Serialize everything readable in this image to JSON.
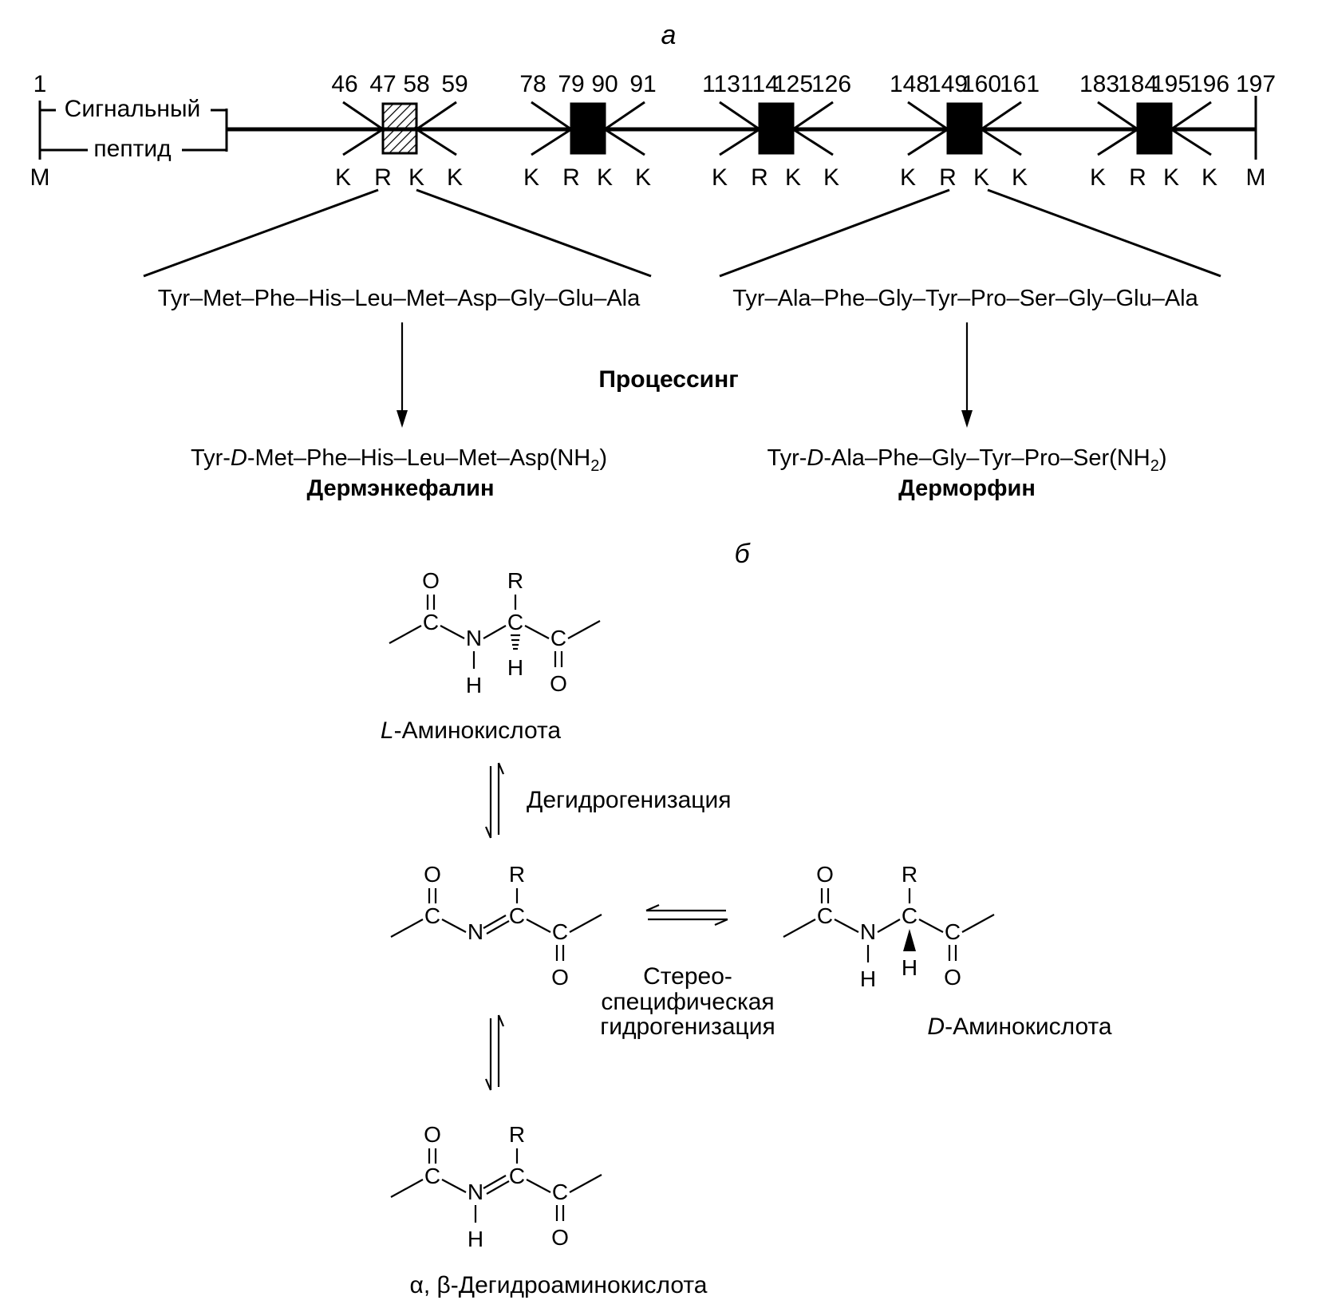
{
  "panel_a": {
    "letter": "а",
    "start_number": "1",
    "start_residue": "M",
    "end_residue": "M",
    "signal_label_line1": "Сигнальный",
    "signal_label_line2": "пептид",
    "positions": [
      "46",
      "47",
      "58",
      "59",
      "78",
      "79",
      "90",
      "91",
      "113",
      "114",
      "125",
      "126",
      "148",
      "149",
      "160",
      "161",
      "183",
      "184",
      "195",
      "196",
      "197"
    ],
    "sites": [
      {
        "left": [
          "K",
          "R"
        ],
        "right": [
          "K",
          "K"
        ],
        "block": "hatched"
      },
      {
        "left": [
          "K",
          "R"
        ],
        "right": [
          "K",
          "K"
        ],
        "block": "solid"
      },
      {
        "left": [
          "K",
          "R"
        ],
        "right": [
          "K",
          "K"
        ],
        "block": "solid"
      },
      {
        "left": [
          "K",
          "R"
        ],
        "right": [
          "K",
          "K"
        ],
        "block": "solid"
      },
      {
        "left": [
          "K",
          "R"
        ],
        "right": [
          "K",
          "K"
        ],
        "block": "solid"
      }
    ],
    "precursor_left": "Tyr–Met–Phe–His–Leu–Met–Asp–Gly–Glu–Ala",
    "precursor_right": "Tyr–Ala–Phe–Gly–Tyr–Pro–Ser–Gly–Glu–Ala",
    "processing_label": "Процессинг",
    "product_left": {
      "pre": "Tyr-",
      "d": "D",
      "mid": "-Met–Phe–His–Leu–Met–Asp(NH",
      "sub": "2",
      "post": ")"
    },
    "product_left_name": "Дермэнкефалин",
    "product_right": {
      "pre": "Tyr-",
      "d": "D",
      "mid": "-Ala–Phe–Gly–Tyr–Pro–Ser(NH",
      "sub": "2",
      "post": ")"
    },
    "product_right_name": "Дерморфин"
  },
  "panel_b": {
    "letter": "б",
    "atoms": {
      "O": "O",
      "C": "C",
      "N": "N",
      "H": "H",
      "R": "R"
    },
    "l_name": {
      "prefix": "L",
      "rest": "-Аминокислота"
    },
    "dehydrogenation_label": "Дегидрогенизация",
    "stereo_label_line1": "Стерео-",
    "stereo_label_line2": "специфическая",
    "stereo_label_line3": "гидрогенизация",
    "d_name": {
      "prefix": "D",
      "rest": "-Аминокислота"
    },
    "dehydro_name": "α, β-Дегидроаминокислота"
  }
}
